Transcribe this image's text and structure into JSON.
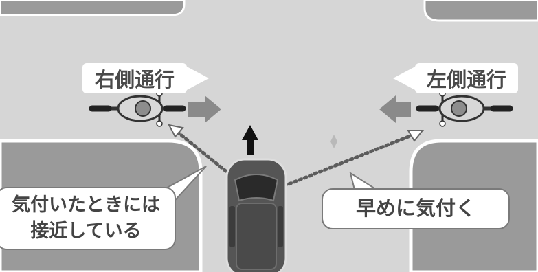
{
  "labels": {
    "right_side": "右側通行",
    "left_side": "左側通行"
  },
  "callouts": {
    "noticed_late_line1": "気付いたときには",
    "noticed_late_line2": "接近している",
    "notice_early": "早めに気付く"
  },
  "colors": {
    "road": "#d6d6d6",
    "corner_block": "#9a9a9a",
    "curb": "#ffffff",
    "arrow_gray": "#8a8a8a",
    "arrow_dark": "#111111",
    "dotted_line": "#5c5c5c",
    "car": "#555555"
  },
  "icons": [
    "bicycle-icon",
    "car-icon",
    "arrow-right-icon",
    "arrow-left-icon",
    "arrow-up-icon",
    "dotted-double-arrow-icon"
  ]
}
